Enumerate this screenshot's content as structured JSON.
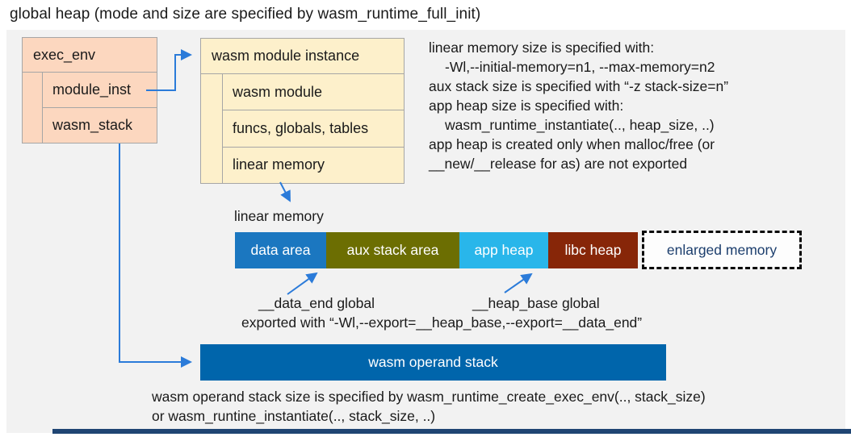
{
  "title": "global heap (mode and size are specified by wasm_runtime_full_init)",
  "exec_env": {
    "header": "exec_env",
    "rows": [
      "module_inst",
      "wasm_stack"
    ]
  },
  "module_instance": {
    "header": "wasm module instance",
    "rows": [
      "wasm module",
      "funcs, globals, tables",
      "linear memory"
    ]
  },
  "notes": {
    "lines": [
      "linear memory size is specified with:",
      "-Wl,--initial-memory=n1, --max-memory=n2",
      "aux stack size is specified with “-z stack-size=n”",
      "app heap size is specified with:",
      "wasm_runtime_instantiate(.., heap_size, ..)",
      "app heap is created only when malloc/free (or",
      "__new/__release for as) are not exported"
    ]
  },
  "linear_memory": {
    "label": "linear memory",
    "segments": [
      {
        "label": "data area",
        "color": "#1b77c0"
      },
      {
        "label": "aux stack area",
        "color": "#6c6e02"
      },
      {
        "label": "app heap",
        "color": "#29b6ea"
      },
      {
        "label": "libc heap",
        "color": "#872608"
      }
    ],
    "enlarged": {
      "label": "enlarged memory",
      "text_color": "#1c3e6d"
    }
  },
  "annotations": {
    "data_end": "__data_end global",
    "heap_base": "__heap_base global",
    "exported": "exported with “-Wl,--export=__heap_base,--export=__data_end”"
  },
  "operand_stack": {
    "label": "wasm operand stack",
    "color": "#0065ab"
  },
  "footer": {
    "lines": [
      "wasm operand stack size is specified by wasm_runtime_create_exec_env(.., stack_size)",
      "or wasm_runtine_instantiate(.., stack_size, ..)"
    ]
  },
  "colors": {
    "canvas_bg": "#f2f2f2",
    "exec_env_fill": "#fcd7bf",
    "instance_fill": "#fdf0cb",
    "box_border": "#a6a6a6",
    "arrow_blue": "#2b7bd9",
    "accent_strip": "#1f4573"
  }
}
